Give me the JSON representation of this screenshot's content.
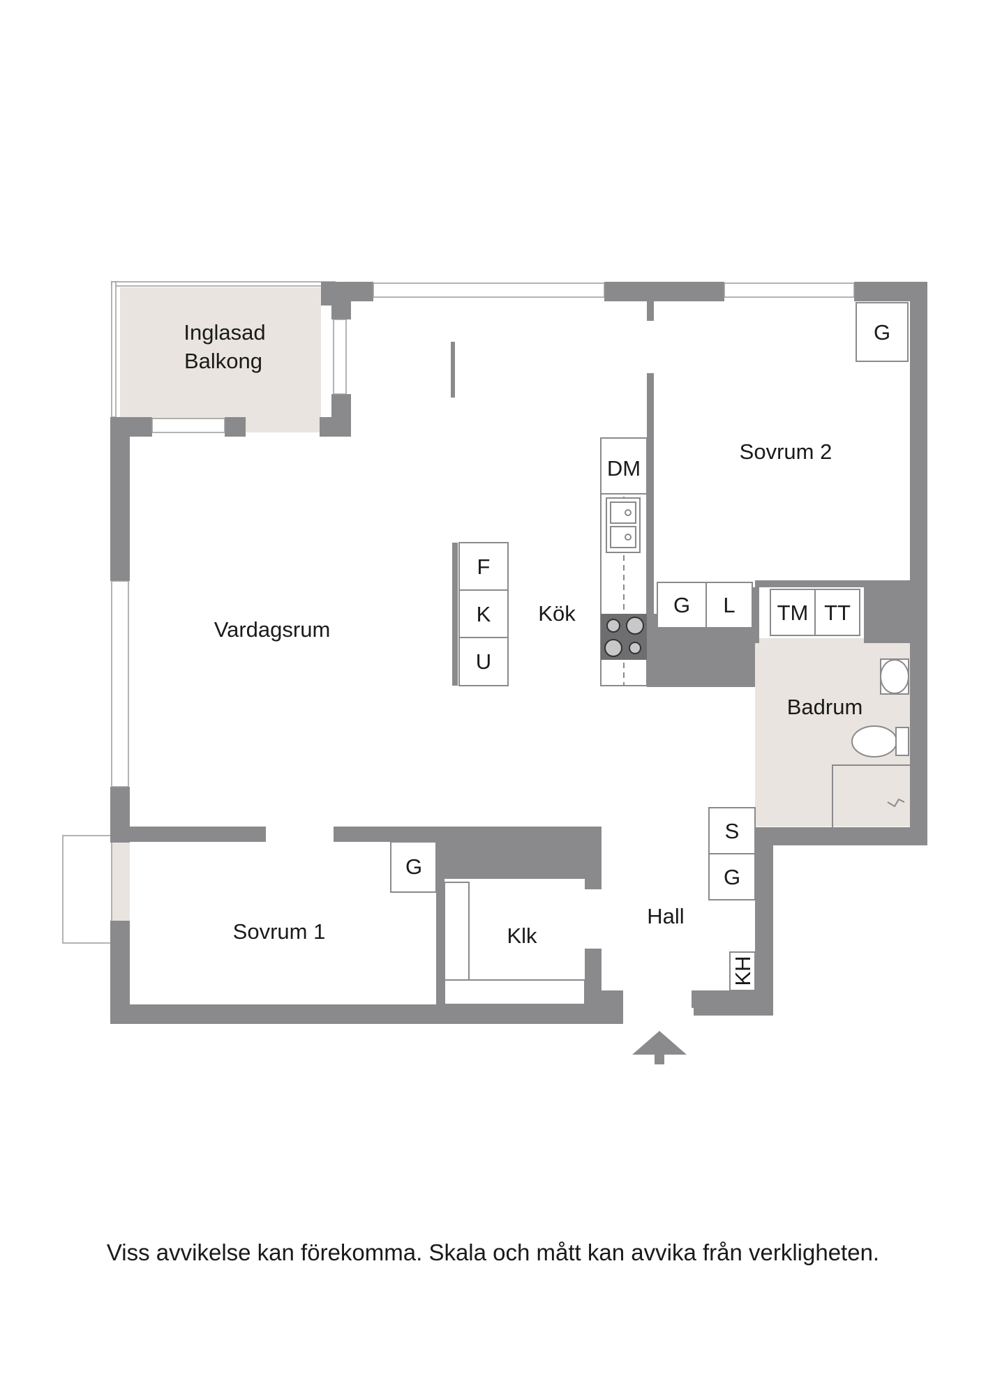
{
  "colors": {
    "wall": "#8a8a8d",
    "tinted_floor": "#e9e4df",
    "background": "#ffffff"
  },
  "rooms": {
    "balcony_line1": "Inglasad",
    "balcony_line2": "Balkong",
    "living": "Vardagsrum",
    "kitchen": "Kök",
    "bedroom2": "Sovrum 2",
    "bathroom": "Badrum",
    "bedroom1": "Sovrum 1",
    "closet": "Klk",
    "hall": "Hall"
  },
  "fixtures": {
    "wardrobe_bedroom2": "G",
    "dishwasher": "DM",
    "fridge": "F",
    "cabinet_k": "K",
    "cabinet_u": "U",
    "wardrobe_hall_top": "G",
    "linen": "L",
    "washer": "TM",
    "dryer": "TT",
    "shoe_cabinet": "S",
    "wardrobe_hall": "G",
    "wardrobe_bedroom1": "G",
    "coat_hook": "KH"
  },
  "icons": {
    "entrance": "entrance-arrow-icon",
    "sink": "sink-icon",
    "stove": "stove-icon",
    "washbasin": "washbasin-icon",
    "toilet": "toilet-icon",
    "shower": "shower-icon"
  },
  "footer": {
    "disclaimer": "Viss avvikelse kan förekomma. Skala och mått kan avvika från verkligheten."
  }
}
